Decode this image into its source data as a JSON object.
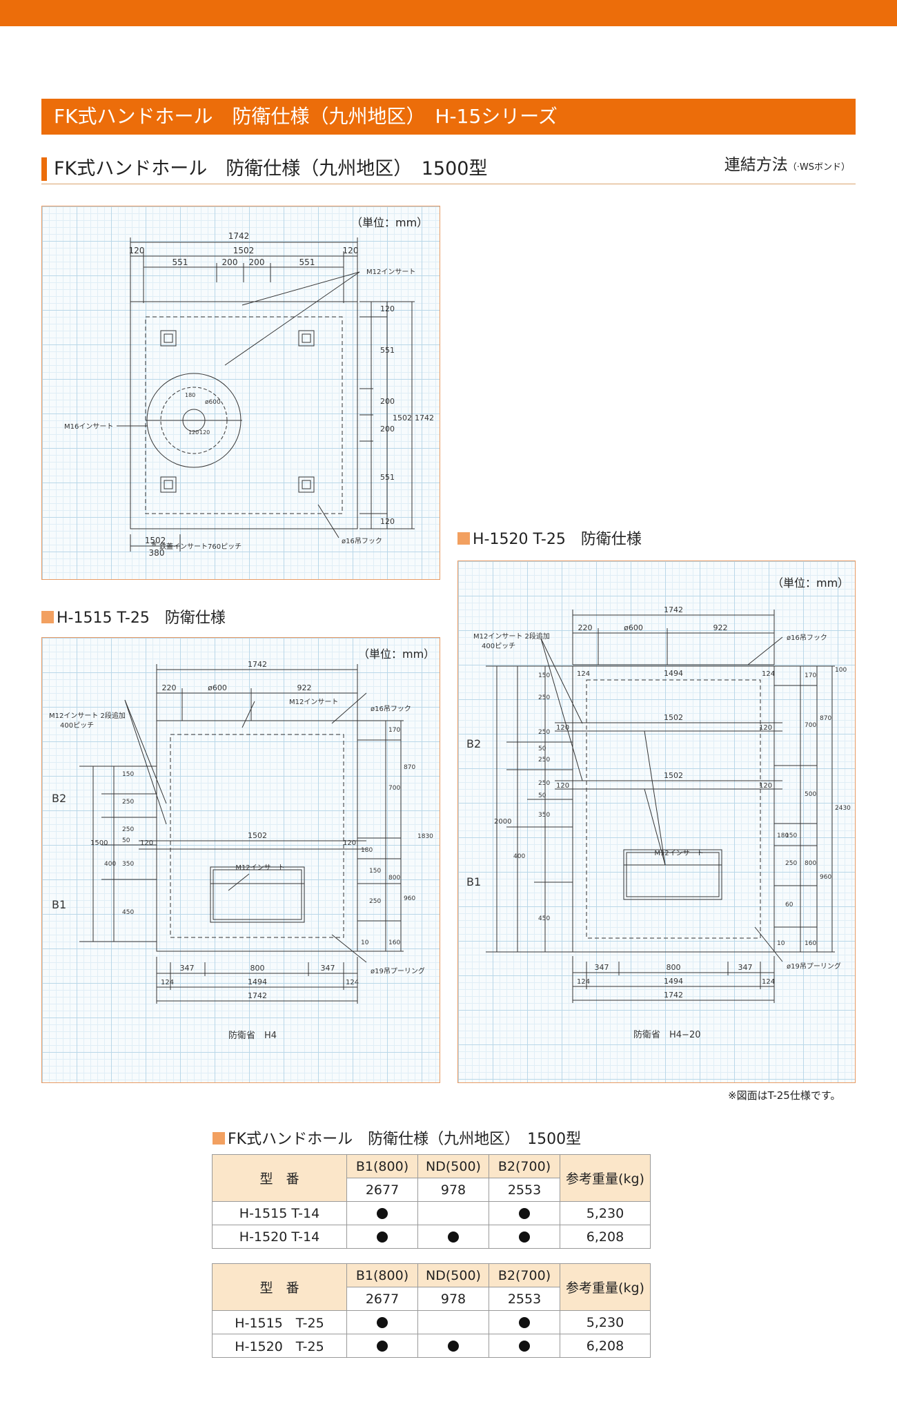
{
  "series_banner": "FK式ハンドホール　防衛仕様（九州地区）　H-15シリーズ",
  "subheading": "FK式ハンドホール　防衛仕様（九州地区）　1500型",
  "connection": {
    "label": "連結方法",
    "open": "（",
    "method": "·WSボンド",
    "close": "）"
  },
  "unit_label": "（単位：mm）",
  "top_plan": {
    "dims": {
      "total": "1742",
      "inner": "1502",
      "side": "120",
      "a": "551",
      "b": "200",
      "c": "200",
      "d": "551"
    },
    "labels": {
      "m12": "M12インサート",
      "m16": "M16インサート",
      "hook": "ø16吊フック",
      "bottom": "380",
      "note": "鉄蓋インサート760ピッチ",
      "star": "※",
      "cover": "ø600",
      "r1": "180",
      "r2": "120",
      "r3": "120"
    }
  },
  "fig_h1515": {
    "title": "H-1515 T-25　防衛仕様",
    "labels": {
      "total": "1742",
      "d220": "220",
      "d600": "ø600",
      "d922": "922",
      "m12a": "M12インサート 2段追加",
      "m12a2": "400ピッチ",
      "m12b": "M12インサート",
      "hook": "ø16吊フック",
      "b2": "B2",
      "b1": "B1",
      "inner": "1502",
      "m12c": "M12インサート",
      "pool": "ø19吊プーリング",
      "b347": "347",
      "b800": "800",
      "b347b": "347",
      "b124": "124",
      "b1494": "1494",
      "b124b": "124",
      "b1742": "1742",
      "caption": "防衛省　H4",
      "l1500": "1500",
      "l150": "150",
      "l250": "250",
      "l250b": "250",
      "l50": "50",
      "l400": "400",
      "l350": "350",
      "l450": "450",
      "r170": "170",
      "r700": "700",
      "r870": "870",
      "r1830": "1830",
      "r180": "180",
      "r150": "150",
      "r800": "800",
      "r960": "960",
      "r250": "250",
      "r10": "10",
      "r160": "160",
      "s120": "120",
      "s120b": "120"
    }
  },
  "fig_h1520": {
    "title": "H-1520 T-25　防衛仕様",
    "labels": {
      "total": "1742",
      "d220": "220",
      "d600": "ø600",
      "d922": "922",
      "m12a": "M12インサート 2段追加",
      "m12a2": "400ピッチ",
      "hook": "ø16吊フック",
      "t124": "124",
      "t1494": "1494",
      "t124b": "124",
      "b2": "B2",
      "b1": "B1",
      "inner": "1502",
      "inner2": "1502",
      "m12c": "M12インサート",
      "pool": "ø19吊プーリング",
      "b347": "347",
      "b800": "800",
      "b347b": "347",
      "b124": "124",
      "b1494": "1494",
      "b124b": "124",
      "b1742": "1742",
      "caption": "防衛省　H4−20",
      "l2000": "2000",
      "l150": "150",
      "l250": "250",
      "l250b": "250",
      "l250c": "250",
      "l250d": "250",
      "l50": "50",
      "l50b": "50",
      "l400": "400",
      "l350": "350",
      "l450": "450",
      "r170": "170",
      "r100": "100",
      "r700": "700",
      "r870": "870",
      "r500": "500",
      "r2430": "2430",
      "r180": "180",
      "r150": "150",
      "r800": "800",
      "r960": "960",
      "r250": "250",
      "r10": "10",
      "r160": "160",
      "r60": "60",
      "s120": "120",
      "s120b": "120",
      "s120c": "120",
      "s120d": "120"
    }
  },
  "figure_note": "※図面はT-25仕様です。",
  "table_title": "FK式ハンドホール　防衛仕様（九州地区）　1500型",
  "table1": {
    "model_header": "型　番",
    "cols": [
      "B1(800)",
      "ND(500)",
      "B2(700)"
    ],
    "weights": [
      "2677",
      "978",
      "2553"
    ],
    "weight_header": "参考重量(kg)",
    "rows": [
      {
        "name": "H-1515  T-14",
        "b1": true,
        "nd": false,
        "b2": true,
        "weight": "5,230"
      },
      {
        "name": "H-1520  T-14",
        "b1": true,
        "nd": true,
        "b2": true,
        "weight": "6,208"
      }
    ]
  },
  "table2": {
    "model_header": "型　番",
    "cols": [
      "B1(800)",
      "ND(500)",
      "B2(700)"
    ],
    "weights": [
      "2677",
      "978",
      "2553"
    ],
    "weight_header": "参考重量(kg)",
    "rows": [
      {
        "name": "H-1515　T-25",
        "b1": true,
        "nd": false,
        "b2": true,
        "weight": "5,230"
      },
      {
        "name": "H-1520　T-25",
        "b1": true,
        "nd": true,
        "b2": true,
        "weight": "6,208"
      }
    ]
  }
}
